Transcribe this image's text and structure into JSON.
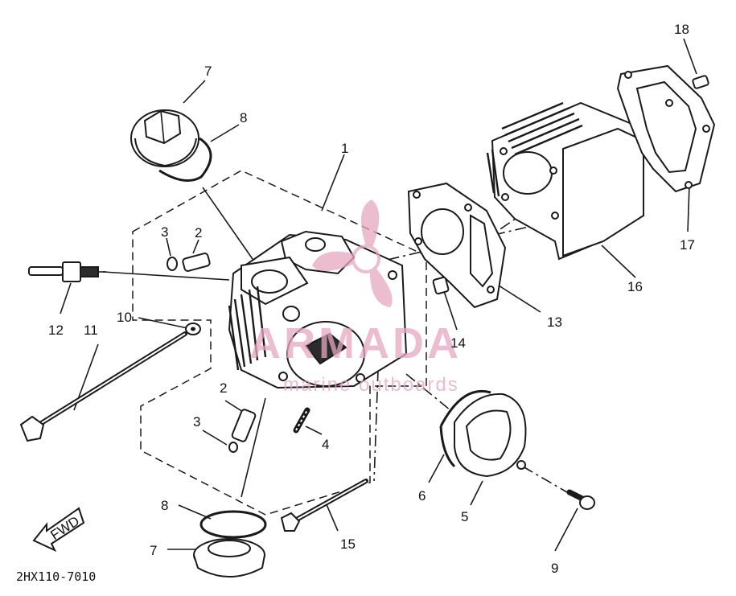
{
  "diagram": {
    "drawing_code": "2HX110-7010",
    "fwd_label": "FWD",
    "callouts": [
      {
        "id": "c1",
        "label": "1"
      },
      {
        "id": "c2a",
        "label": "2"
      },
      {
        "id": "c2b",
        "label": "2"
      },
      {
        "id": "c3a",
        "label": "3"
      },
      {
        "id": "c3b",
        "label": "3"
      },
      {
        "id": "c4",
        "label": "4"
      },
      {
        "id": "c5",
        "label": "5"
      },
      {
        "id": "c6",
        "label": "6"
      },
      {
        "id": "c7a",
        "label": "7"
      },
      {
        "id": "c7b",
        "label": "7"
      },
      {
        "id": "c8a",
        "label": "8"
      },
      {
        "id": "c8b",
        "label": "8"
      },
      {
        "id": "c9",
        "label": "9"
      },
      {
        "id": "c10",
        "label": "10"
      },
      {
        "id": "c11",
        "label": "11"
      },
      {
        "id": "c12",
        "label": "12"
      },
      {
        "id": "c13",
        "label": "13"
      },
      {
        "id": "c14",
        "label": "14"
      },
      {
        "id": "c15",
        "label": "15"
      },
      {
        "id": "c16",
        "label": "16"
      },
      {
        "id": "c17",
        "label": "17"
      },
      {
        "id": "c18",
        "label": "18"
      }
    ]
  },
  "watermark": {
    "brand": "ARMADA",
    "tagline": "marine outboards",
    "color": "#e6a6c0"
  }
}
